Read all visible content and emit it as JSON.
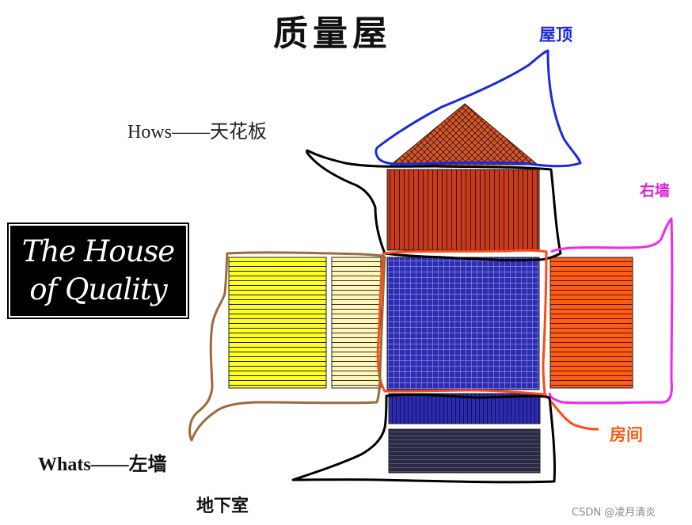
{
  "title": "质量屋",
  "house_of_quality": {
    "line1": "The House",
    "line2": "of Quality"
  },
  "labels": {
    "hows": "Hows——天花板",
    "whats": "Whats——左墙",
    "basement": "地下室",
    "roof": "屋顶",
    "right_wall": "右墙",
    "room": "房间"
  },
  "watermark": "CSDN @凌月清炎",
  "colors": {
    "roof": "#d4582c",
    "ceiling": "#c63a1e",
    "left_wall_dark": "#ffff22",
    "left_wall_light": "#fff6b8",
    "room": "#2d2db0",
    "right_wall": "#ff5c14",
    "basement_top": "#2b2bb0",
    "basement_bottom": "#2a2a44",
    "outline_roof": "#1a28e0",
    "outline_right": "#f028f0",
    "outline_room": "#ff4a14",
    "outline_left": "#9c6a3c",
    "outline_black": "#000000"
  }
}
